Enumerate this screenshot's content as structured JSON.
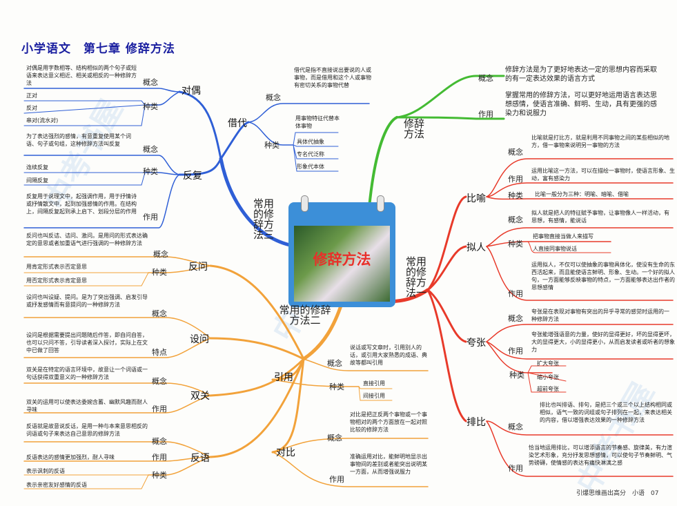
{
  "title": "小学语文　第七章  修辞方法",
  "center": "修辞方法",
  "footer": "引爆思维画出高分　小语　07",
  "watermark": "中考书屋",
  "branches": {
    "green": "修辞方法",
    "red": "常用的修辞方法一",
    "blue": "常用的修辞方法三",
    "orange": "常用的修辞方法二"
  },
  "xiuci": {
    "concept_label": "概念",
    "concept": "修辞方法是为了更好地表达一定的思想内容而采取的有一定表达效果的语言方式",
    "use_label": "作用",
    "use": "掌握常用的修辞方法，可以更好地运用语言表达思想感情，使语言准确、鲜明、生动，具有更强的感染力和说服力"
  },
  "biyu": {
    "name": "比喻",
    "concept_label": "概念",
    "concept": "比喻就是打比方，就是利用不同事物之间的某些相似的地方，借一事物来说明另一事物的方法",
    "use_label": "作用",
    "use": "运用比喻这一方法，可以在描绘一事物时，使语言形象、生动，富有感染力",
    "kind_label": "种类",
    "kind": "比喻一般分为三种：明喻、暗喻、借喻"
  },
  "niren": {
    "name": "拟人",
    "concept_label": "概念",
    "concept": "拟人就是把人的特征赋予事物，让事物像人一样活动，有思想，有感情，能说话",
    "kind_label": "种类",
    "kinds": [
      "把事物直接当做人来描写",
      "人直接同事物说话"
    ],
    "use_label": "作用",
    "use": "运用拟人，不仅可以使抽象的事物具体化，使没有生命的东西活起来，而且能使语言鲜明、形象、生动。一个好的拟人句，一方面能够反映事物的特点，一方面能够表达出作者的思想感情"
  },
  "kuazhang": {
    "name": "夸张",
    "concept_label": "概念",
    "concept": "夸张是在表现对事物有突出的异乎寻常的感觉时运用的一种修辞方法",
    "use_label": "作用",
    "use": "夸张能增强语意的力量，使好的显得更好，坏的显得更坏，大的显得更大，小的显得更小，从而启发读者或听者的想象力",
    "kind_label": "种类",
    "kinds": [
      "扩大夸张",
      "缩小夸张",
      "超前夸张"
    ]
  },
  "paibi": {
    "name": "排比",
    "concept_label": "概念",
    "concept": "排比也叫排语、排句，是把三个或三个以上结构相同或相似，语气一致的词组或句子排列在一起，来表达相关的内容，借以增强表达效果的一种修辞方法",
    "use_label": "作用",
    "use": "恰当地运用排比，可以增添语言的节奏感、旋律美，有力渲染艺术形象，充分抒发思想感情，可以使句子节奏鲜明、气势磅礴，使情感的表达有痛快淋漓之感"
  },
  "jiedai": {
    "name": "借代",
    "concept_label": "概念",
    "concept": "借代是指不直接说出要说的人或事物，而是借用和这个人或事物有密切关系的事物代替",
    "kind_label": "种类",
    "kinds": [
      "用事物特征代替本体事物",
      "具体代抽象",
      "专名代泛称",
      "形象代本体"
    ]
  },
  "duiou": {
    "name": "对偶",
    "concept_label": "概念",
    "concept": "对偶是用字数相等、结构相似的两个句子或短语来表达意义相近、相关或相反的一种修辞方法",
    "kind_label": "种类",
    "kinds": [
      "正对",
      "反对",
      "串对(流水对)"
    ]
  },
  "fanfu": {
    "name": "反复",
    "concept_label": "概念",
    "concept": "为了表达强烈的感情，有意重复使用某个词语、句子或句组，这种修辞方法叫反复",
    "kind_label": "种类",
    "kinds": [
      "连续反复",
      "间隔反复"
    ],
    "use_label": "作用",
    "use": "反复用于说理文中，起强调作用，用于抒情诗或抒情散文中，起到加强感情的作用。在结构上，间隔反复起到承上启下、划段分层的作用"
  },
  "fanwen": {
    "name": "反问",
    "concept_label": "概念",
    "concept": "反问也叫反诘、诘问、激问。是用问的形式表达确定的意思或者加重语气进行强调的一种修辞方法",
    "kind_label": "种类",
    "kinds": [
      "用肯定形式表示否定意思",
      "用否定形式表示肯定意思"
    ]
  },
  "shewen": {
    "name": "设问",
    "concept_label": "概念",
    "concept": "设问也叫设疑、提问。是为了突出强调、启发引导或抒发感情而有意提问的一种修辞方法",
    "feature_label": "特点",
    "feature": "设问是根据需要提出问题随后作答，即自问自答，也可以只问不答，引导读者深入探讨，实际上在文中已做了回答"
  },
  "shuangguan": {
    "name": "双关",
    "concept_label": "概念",
    "concept": "双关是在特定的语言环境中，故意让一个词语或一句话获得双重意义的一种修辞方法",
    "use_label": "作用",
    "use": "双关的运用可以使表达委婉含蓄、幽默风趣而耐人寻味"
  },
  "fanyu": {
    "name": "反语",
    "concept_label": "概念",
    "concept": "反语就是故意说反话，是用一种与本来意思相反的词语或句子来表达自己意思的修辞方法",
    "use_label": "作用",
    "use": "反语表达的感情更加强烈，耐人寻味",
    "kind_label": "种类",
    "kinds": [
      "表示讽刺的反语",
      "表示亲密友好感情的反语"
    ]
  },
  "yinyong": {
    "name": "引用",
    "concept_label": "概念",
    "concept": "说话或写文章时，引用别人的话，或引用大家熟悉的成语、典故等都叫引用",
    "kind_label": "种类",
    "kinds": [
      "直接引用",
      "间接引用"
    ]
  },
  "duibi": {
    "name": "对比",
    "concept_label": "概念",
    "concept": "对比是把正反两个事物或一个事物相对的两个方面放在一起对照比较的修辞方法",
    "use_label": "作用",
    "use": "准确运用对比，能鲜明地显示出事物间的差别或者能突出说明某一方面，从而增强说服力"
  },
  "colors": {
    "green": "#44bb33",
    "red": "#e83a2a",
    "blue": "#2f5fd6",
    "orange": "#f2a23a",
    "title": "#1a1fa0"
  }
}
